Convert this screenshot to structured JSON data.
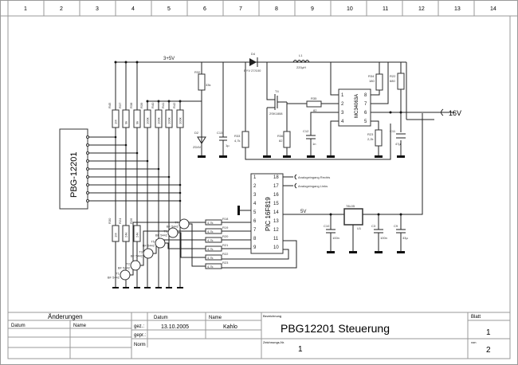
{
  "columns": [
    "1",
    "2",
    "3",
    "4",
    "5",
    "6",
    "7",
    "8",
    "9",
    "10",
    "11",
    "12",
    "13",
    "14"
  ],
  "connector": {
    "label": "PBG-12201",
    "pins": 9
  },
  "rails": {
    "supply": "3+5V",
    "logic": "5V",
    "output": "16V"
  },
  "components": {
    "r_top": [
      "R45",
      "R37",
      "R38",
      "R39",
      "R40",
      "R41",
      "R42"
    ],
    "r_top_values": [
      "1M",
      "9k",
      "9k",
      "100k",
      "100k",
      "100k",
      "100k"
    ],
    "r_bottom": [
      "R30",
      "R24",
      "R26"
    ],
    "r_bottom_values": [
      "1M",
      "24k",
      "24k"
    ],
    "r32": {
      "ref": "R32",
      "value": "33k"
    },
    "d2": {
      "ref": "D2",
      "value": "ZD4V"
    },
    "c13": {
      "ref": "C13",
      "value": "1µ"
    },
    "r33": {
      "ref": "R33",
      "value": "4,7k"
    },
    "d4": {
      "ref": "D4",
      "value": "BYV 27/100"
    },
    "l1": {
      "ref": "L1",
      "value": "220µH"
    },
    "t4": {
      "ref": "T4",
      "value": "2SK1808"
    },
    "r36": {
      "ref": "R36",
      "value": "82"
    },
    "r35": {
      "ref": "R35",
      "value": "82"
    },
    "c12": {
      "ref": "C12",
      "value": "1n"
    },
    "ic1": {
      "ref": "MC34063A"
    },
    "r34": {
      "ref": "R34",
      "value": "180"
    },
    "r22": {
      "ref": "R22",
      "value": "680"
    },
    "r23": {
      "ref": "R23",
      "value": "2,2k"
    },
    "c11": {
      "ref": "C11",
      "value": "47µ"
    },
    "pic": {
      "ref": "PIC 16F819",
      "left_pins": [
        "1",
        "2",
        "3",
        "4",
        "5",
        "6",
        "7",
        "8",
        "9"
      ],
      "right_pins": [
        "18",
        "17",
        "16",
        "15",
        "14",
        "13",
        "12",
        "11",
        "10"
      ]
    },
    "analog": [
      "Analogeingang Rechts",
      "Analogeingang Links"
    ],
    "base_resistors": [
      "R18",
      "R19",
      "R20",
      "R21",
      "R22",
      "R23"
    ],
    "base_value": "4,7k",
    "transistors": [
      "T1",
      "T2",
      "T3",
      "T5",
      "T6",
      "T7"
    ],
    "transistor_type": "BF 5442",
    "regulator": {
      "ref": "78L05",
      "sub": "U1"
    },
    "c10": {
      "ref": "C10",
      "value": "100n"
    },
    "c3": {
      "ref": "C3",
      "value": "100n"
    },
    "c9": {
      "ref": "C9",
      "value": "33µ"
    }
  },
  "title_block": {
    "changes_header": "Änderungen",
    "changes_date": "Datum",
    "changes_name": "Name",
    "date_header": "Datum",
    "name_header": "Name",
    "gez_label": "gez.:",
    "gez_date": "13.10.2005",
    "gez_name": "Kahlo",
    "gepr_label": "gepr.:",
    "norm_label": "Norm",
    "bezeichnung_label": "Bezeichnung",
    "title": "PBG12201 Steuerung",
    "zeichnung_label": "Zeichnungs-Nr.",
    "zeichnung_nr": "1",
    "blatt_label": "Blatt",
    "blatt": "1",
    "von_label": "von",
    "von": "2"
  }
}
